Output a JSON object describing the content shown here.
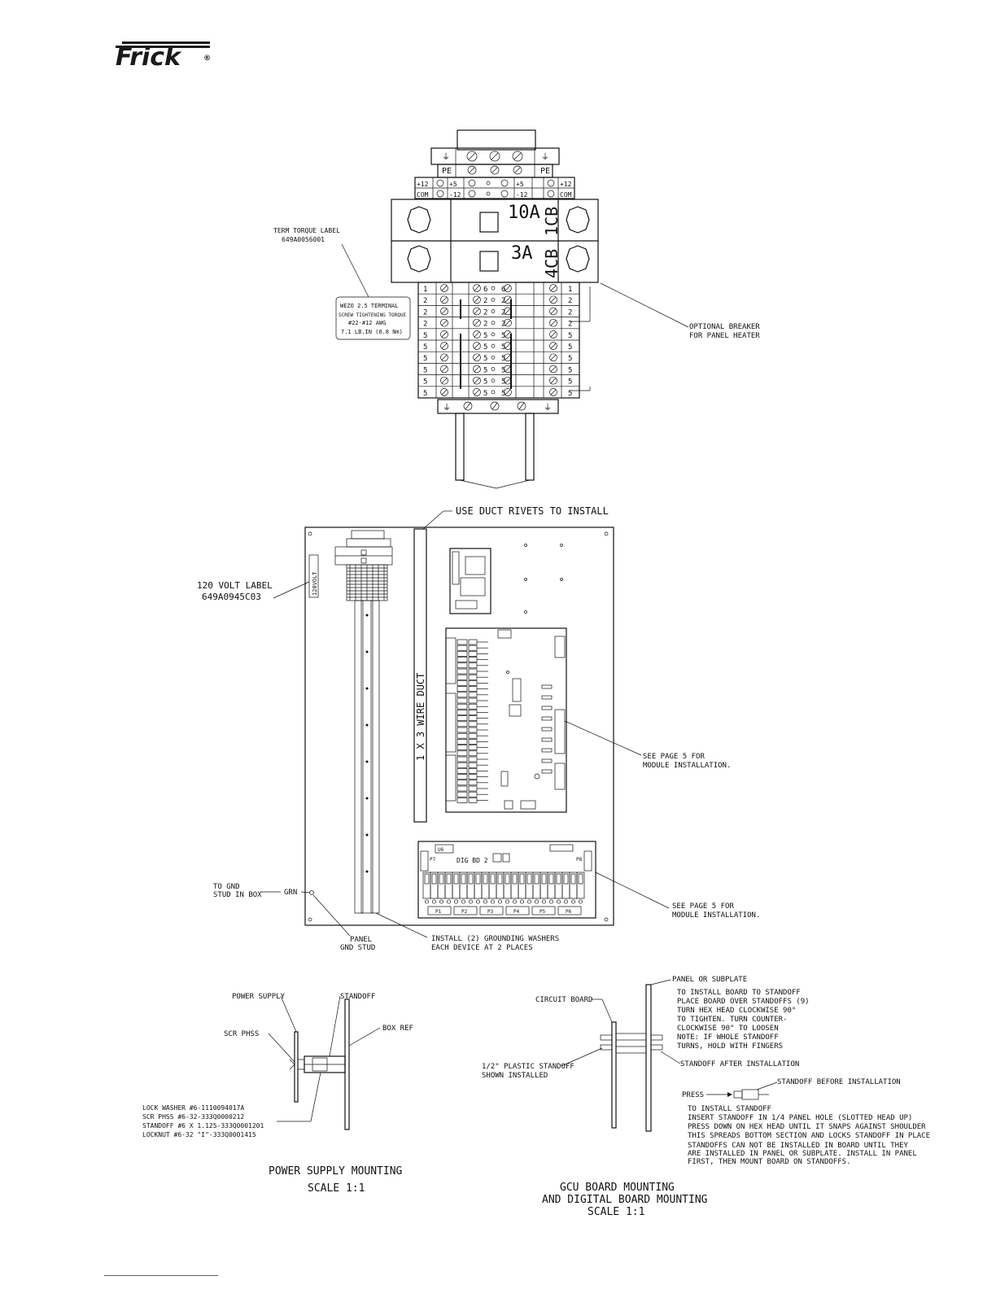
{
  "brand": {
    "logo_text": "Frick",
    "registered": "®"
  },
  "terminal_assembly": {
    "term_torque_label": "TERM TORQUE LABEL",
    "term_torque_part": "649A0056001",
    "torque_note": [
      "WEZO 2.5 TERMINAL",
      "SCREW TIGHTENING TORQUE",
      "#22-#12 AWG",
      "7.1 LB.IN (0.8 Nm)"
    ],
    "ground_label": "PE",
    "rail_labels_left": [
      "+12",
      "COM"
    ],
    "rail_labels_mid": [
      "+5",
      "-12"
    ],
    "rail_labels_mid2": [
      "+5",
      "-12"
    ],
    "rail_labels_right": [
      "+12",
      "COM"
    ],
    "breaker_top_rating": "10A",
    "breaker_top_id": "1CB",
    "breaker_bottom_rating": "3A",
    "breaker_bottom_id": "4CB",
    "terminal_numbers": [
      "1",
      "2",
      "2",
      "2",
      "5",
      "5",
      "5",
      "5",
      "5",
      "5"
    ],
    "center_numbers": [
      "6",
      "2",
      "2",
      "2",
      "5",
      "5",
      "5",
      "5",
      "5",
      "5"
    ],
    "optional_breaker": [
      "OPTIONAL BREAKER",
      "FOR PANEL HEATER"
    ]
  },
  "panel_layout": {
    "duct_rivets_note": "USE DUCT RIVETS TO INSTALL",
    "wire_duct_label": "1 X 3 WIRE DUCT",
    "volt_label": [
      "120 VOLT LABEL",
      "649A0945C03"
    ],
    "volt_sticker_text": "120VOLT",
    "see_page_main": [
      "SEE PAGE 5 FOR",
      "MODULE INSTALLATION."
    ],
    "see_page_digital": [
      "SEE PAGE 5 FOR",
      "MODULE INSTALLATION."
    ],
    "gnd_stud_box": [
      "TO GND",
      "STUD IN BOX"
    ],
    "grn_label": "GRN",
    "panel_gnd_stud": [
      "PANEL",
      "GND STUD"
    ],
    "grounding_washers": [
      "INSTALL (2) GROUNDING WASHERS",
      "EACH DEVICE AT 2 PLACES"
    ],
    "digital_board_label": "DIG BD 2",
    "digital_board_conns": [
      "P1",
      "P2",
      "P3",
      "P4",
      "P5",
      "P6"
    ],
    "digital_side_left": "P7",
    "digital_side_right": "P8"
  },
  "power_supply_mounting": {
    "power_supply": "POWER SUPPLY",
    "standoff": "STANDOFF",
    "scr_phss": "SCR PHSS",
    "box_ref": "BOX REF",
    "parts": [
      "LOCK WASHER #6-1110094017A",
      "SCR PHSS #6-32-333Q0000212",
      "STANDOFF #6 X 1.125-333Q0001201",
      "LOCKNUT #6-32 \"I\"-333Q0001415"
    ],
    "title": "POWER SUPPLY MOUNTING",
    "scale": "SCALE 1:1"
  },
  "gcu_mounting": {
    "circuit_board": "CIRCUIT BOARD",
    "panel_or_subplate": "PANEL OR SUBPLATE",
    "install_instructions": [
      "TO INSTALL BOARD TO STANDOFF",
      "PLACE BOARD OVER STANDOFFS (9)",
      "TURN HEX HEAD CLOCKWISE 90°",
      "TO TIGHTEN. TURN COUNTER-",
      "CLOCKWISE 90° TO LOOSEN",
      "NOTE: IF WHOLE STANDOFF",
      "TURNS, HOLD WITH FINGERS"
    ],
    "plastic_standoff": [
      "1/2\" PLASTIC STANDOFF",
      "SHOWN INSTALLED"
    ],
    "standoff_after": "STANDOFF AFTER INSTALLATION",
    "press": "PRESS",
    "standoff_before": "STANDOFF BEFORE INSTALLATION",
    "install_standoff": [
      "TO INSTALL STANDOFF",
      "INSERT STANDOFF IN 1/4 PANEL HOLE (SLOTTED HEAD UP)",
      "PRESS DOWN ON HEX HEAD UNTIL IT SNAPS AGAINST SHOULDER",
      "THIS SPREADS BOTTOM SECTION AND LOCKS STANDOFF IN PLACE"
    ],
    "standoff_note": [
      "STANDOFFS CAN NOT BE INSTALLED IN BOARD UNTIL THEY",
      "ARE INSTALLED IN PANEL OR SUBPLATE. INSTALL IN PANEL",
      "FIRST, THEN MOUNT BOARD ON STANDOFFS."
    ],
    "title": [
      "GCU BOARD MOUNTING",
      "AND DIGITAL BOARD MOUNTING"
    ],
    "scale": "SCALE 1:1"
  }
}
